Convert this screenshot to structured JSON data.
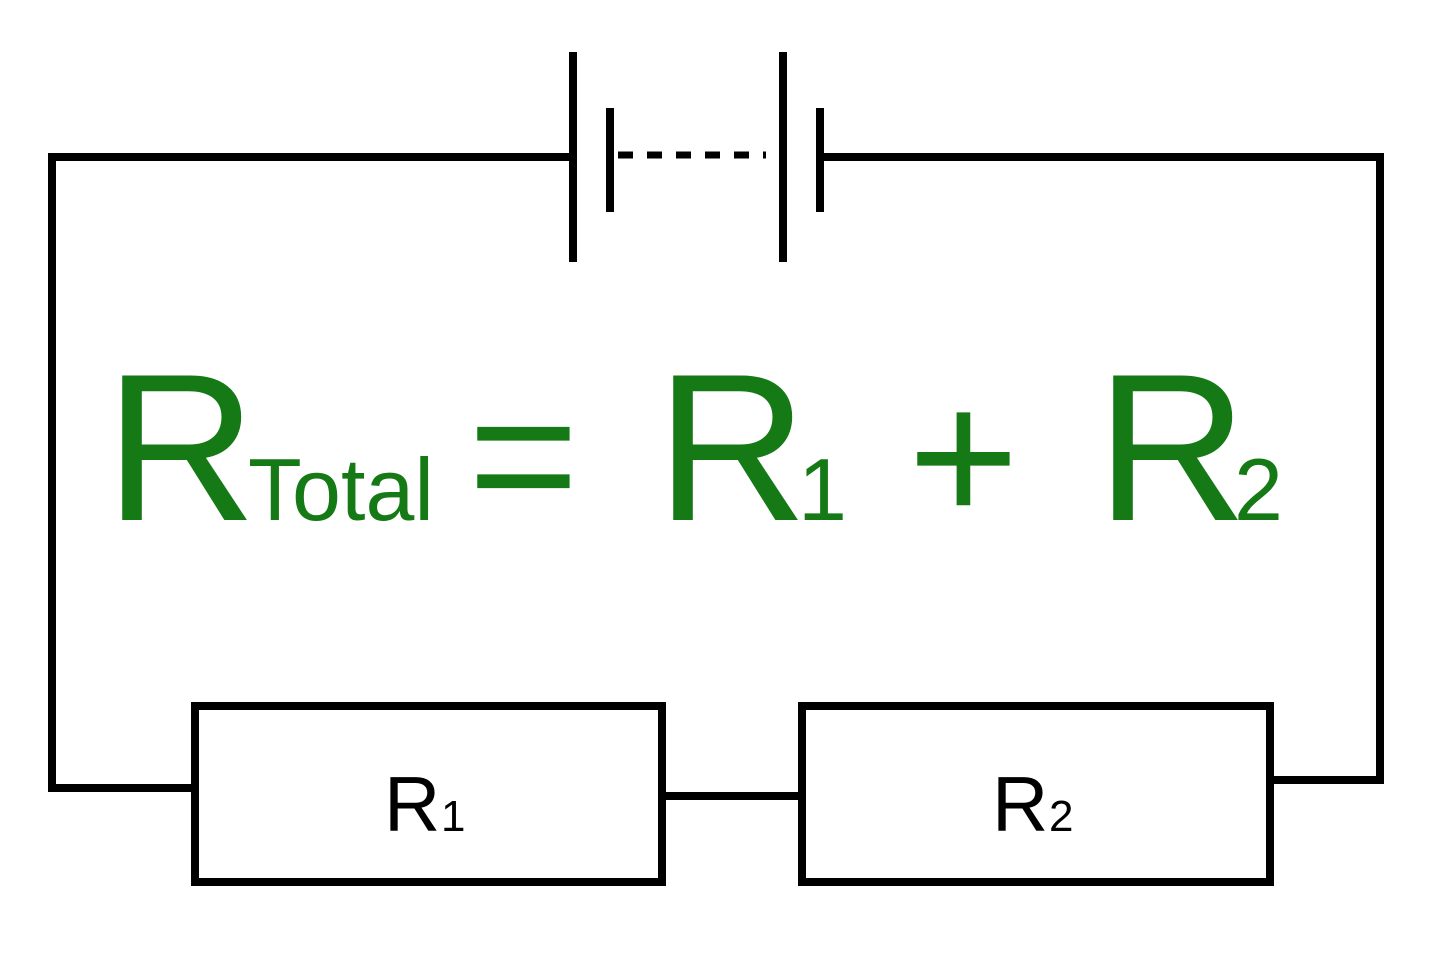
{
  "colors": {
    "wire": "#000000",
    "formula": "#157a15"
  },
  "formula": {
    "lhs_symbol": "R",
    "lhs_subscript": "Total",
    "equals": "=",
    "term1_symbol": "R",
    "term1_subscript": "1",
    "plus": "+",
    "term2_symbol": "R",
    "term2_subscript": "2"
  },
  "components": {
    "battery": {
      "icon": "battery-icon"
    },
    "resistor1": {
      "symbol": "R",
      "subscript": "1"
    },
    "resistor2": {
      "symbol": "R",
      "subscript": "2"
    }
  }
}
